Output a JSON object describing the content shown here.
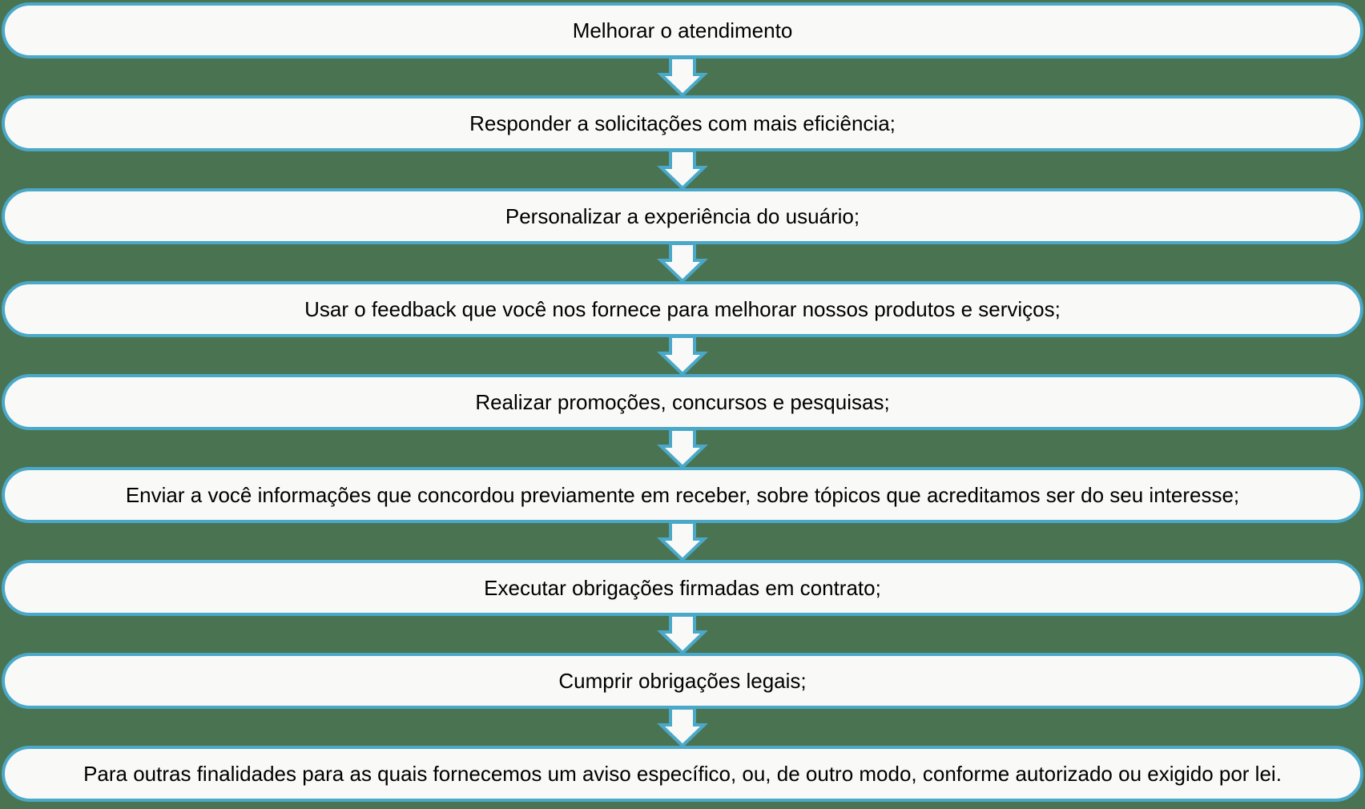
{
  "flowchart": {
    "steps": [
      {
        "label": "Melhorar o atendimento"
      },
      {
        "label": "Responder a solicitações com mais eficiência;"
      },
      {
        "label": "Personalizar a experiência do usuário;"
      },
      {
        "label": "Usar o feedback que você nos fornece para melhorar nossos produtos e serviços;"
      },
      {
        "label": "Realizar promoções, concursos e pesquisas;"
      },
      {
        "label": "Enviar a você informações que concordou previamente em receber, sobre tópicos que acreditamos ser do seu interesse;"
      },
      {
        "label": "Executar obrigações firmadas em contrato;"
      },
      {
        "label": "Cumprir obrigações legais;"
      },
      {
        "label": "Para outras finalidades para as quais fornecemos um aviso específico, ou, de outro modo, conforme autorizado ou exigido por lei."
      }
    ]
  },
  "colors": {
    "background": "#4A7352",
    "accent": "#4AA8C8",
    "box_fill": "#F9F9F8",
    "text": "#000000"
  }
}
